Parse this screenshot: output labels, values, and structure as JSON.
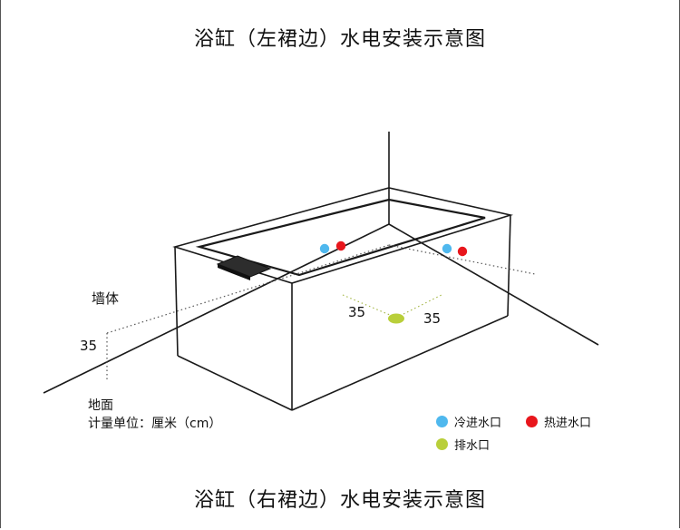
{
  "titles": {
    "top": "浴缸（左裙边）水电安装示意图",
    "bottom": "浴缸（右裙边）水电安装示意图"
  },
  "labels": {
    "wall": "墙体",
    "ground": "地面",
    "units": "计量单位：厘米（cm）",
    "height_35": "35",
    "drain_left_35": "35",
    "drain_right_35": "35"
  },
  "legend": {
    "cold_inlet": "冷进水口",
    "hot_inlet": "热进水口",
    "drain": "排水口"
  },
  "colors": {
    "cold": "#4fb8ee",
    "hot": "#e8161c",
    "drain": "#b9cf3a",
    "line": "#1a1a1a"
  }
}
